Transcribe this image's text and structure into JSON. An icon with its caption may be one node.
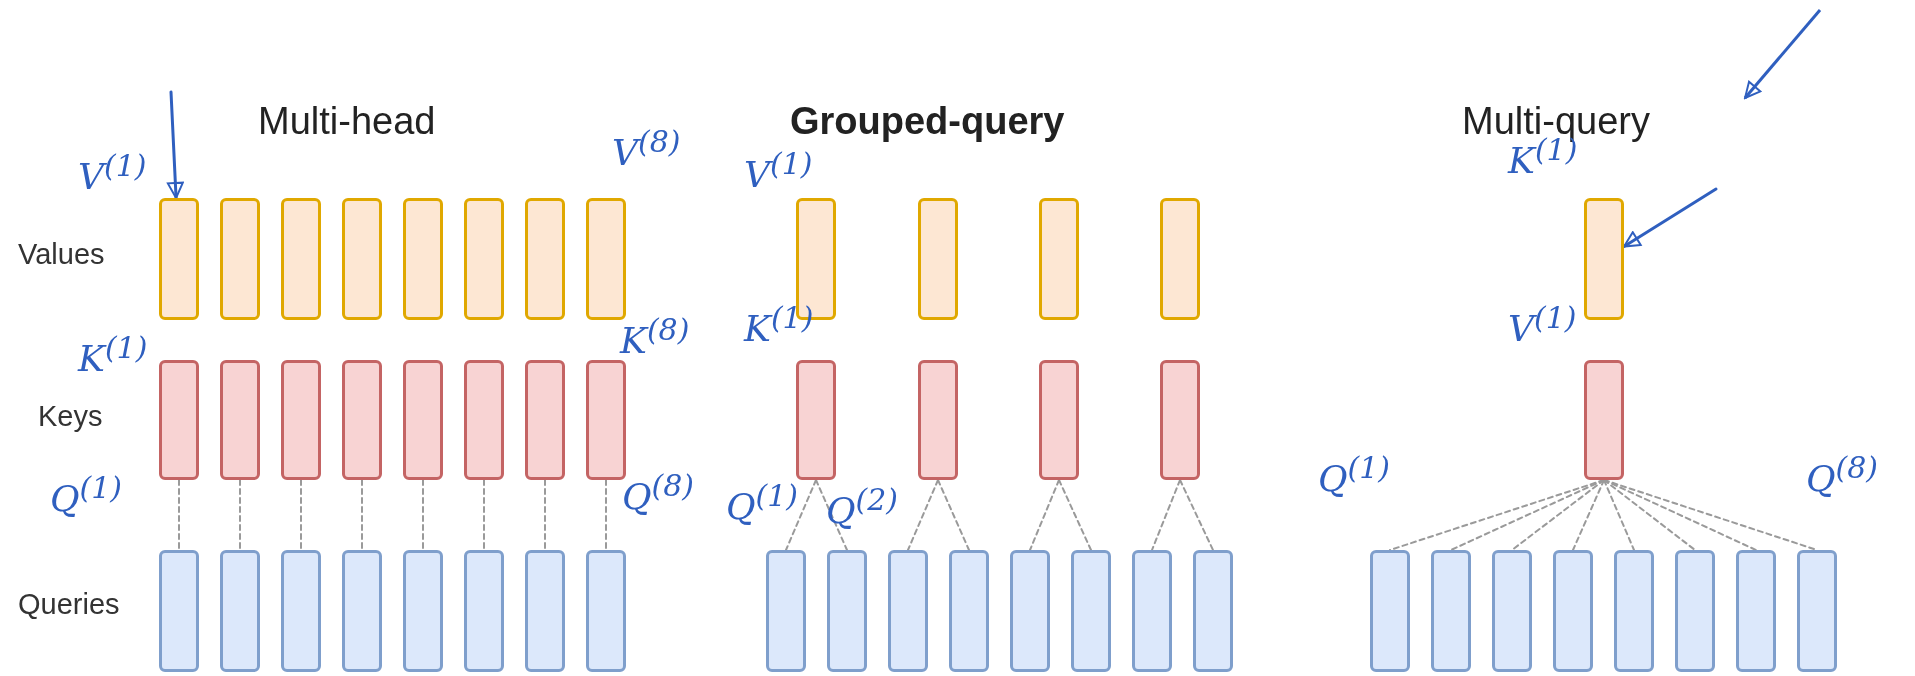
{
  "diagram": {
    "nodes": [
      {
        "text": [],
        "shape": "box"
      },
      {
        "text": [],
        "shape": "box"
      },
      {
        "text": [],
        "shape": "box"
      },
      {
        "text": [],
        "shape": "box"
      },
      {
        "text": [],
        "shape": "box"
      },
      {
        "text": [],
        "shape": "box"
      },
      {
        "text": [],
        "shape": "box"
      },
      {
        "text": [],
        "shape": "box"
      },
      {
        "text": [],
        "shape": "box"
      },
      {
        "text": [],
        "shape": "box"
      },
      {
        "text": [],
        "shape": "box"
      },
      {
        "text": [],
        "shape": "box"
      },
      {
        "text": [],
        "shape": "box"
      },
      {
        "text": [],
        "shape": "box"
      },
      {
        "text": [],
        "shape": "box"
      },
      {
        "text": [],
        "shape": "box"
      },
      {
        "text": [],
        "shape": "box"
      },
      {
        "text": [],
        "shape": "box"
      },
      {
        "text": [],
        "shape": "box"
      },
      {
        "text": [],
        "shape": "box"
      },
      {
        "text": [],
        "shape": "box"
      },
      {
        "text": [],
        "shape": "box"
      },
      {
        "text": [],
        "shape": "box"
      },
      {
        "text": [],
        "shape": "box"
      },
      {
        "text": [],
        "shape": "box"
      },
      {
        "text": [],
        "shape": "box"
      },
      {
        "text": [],
        "shape": "box"
      },
      {
        "text": [],
        "shape": "box"
      },
      {
        "text": [],
        "shape": "box"
      },
      {
        "text": [],
        "shape": "box"
      },
      {
        "text": [],
        "shape": "box"
      },
      {
        "text": [],
        "shape": "box"
      },
      {
        "text": [],
        "shape": "box"
      },
      {
        "text": [],
        "shape": "box"
      },
      {
        "text": [],
        "shape": "box"
      },
      {
        "text": [],
        "shape": "box"
      },
      {
        "text": [],
        "shape": "box"
      },
      {
        "text": [],
        "shape": "box"
      },
      {
        "text": [],
        "shape": "box"
      },
      {
        "text": [],
        "shape": "box"
      },
      {
        "text": [],
        "shape": "box"
      },
      {
        "text": [],
        "shape": "box"
      },
      {
        "text": [],
        "shape": "box"
      },
      {
        "text": [],
        "shape": "box"
      },
      {
        "text": [],
        "shape": "box"
      },
      {
        "text": [],
        "shape": "box"
      },
      {
        "text": [],
        "shape": "box"
      },
      {
        "text": [],
        "shape": "box"
      },
      {
        "text": [],
        "shape": "box"
      },
      {
        "text": [],
        "shape": "box"
      }
    ],
    "edges": [
      {
        "from": 8,
        "to": 16,
        "arrow": "none",
        "style": "dashed"
      },
      {
        "from": 9,
        "to": 17,
        "arrow": "none",
        "style": "dashed"
      },
      {
        "from": 10,
        "to": 18,
        "arrow": "none",
        "style": "dashed"
      },
      {
        "from": 11,
        "to": 19,
        "arrow": "none",
        "style": "dashed"
      },
      {
        "from": 12,
        "to": 20,
        "arrow": "none",
        "style": "dashed"
      },
      {
        "from": 13,
        "to": 21,
        "arrow": "none",
        "style": "dashed"
      },
      {
        "from": 14,
        "to": 22,
        "arrow": "none",
        "style": "dashed"
      },
      {
        "from": 15,
        "to": 23,
        "arrow": "none",
        "style": "dashed"
      },
      {
        "from": 28,
        "to": 32,
        "arrow": "none",
        "style": "dashed"
      },
      {
        "from": 28,
        "to": 33,
        "arrow": "none",
        "style": "dashed"
      },
      {
        "from": 29,
        "to": 34,
        "arrow": "none",
        "style": "dashed"
      },
      {
        "from": 29,
        "to": 35,
        "arrow": "none",
        "style": "dashed"
      },
      {
        "from": 30,
        "to": 36,
        "arrow": "none",
        "style": "dashed"
      },
      {
        "from": 30,
        "to": 37,
        "arrow": "none",
        "style": "dashed"
      },
      {
        "from": 31,
        "to": 38,
        "arrow": "none",
        "style": "dashed"
      },
      {
        "from": 31,
        "to": 39,
        "arrow": "none",
        "style": "dashed"
      },
      {
        "from": 41,
        "to": 42,
        "arrow": "none",
        "style": "dashed"
      },
      {
        "from": 41,
        "to": 43,
        "arrow": "none",
        "style": "dashed"
      },
      {
        "from": 41,
        "to": 44,
        "arrow": "none",
        "style": "dashed"
      },
      {
        "from": 41,
        "to": 45,
        "arrow": "none",
        "style": "dashed"
      },
      {
        "from": 41,
        "to": 46,
        "arrow": "none",
        "style": "dashed"
      },
      {
        "from": 41,
        "to": 47,
        "arrow": "none",
        "style": "dashed"
      },
      {
        "from": 41,
        "to": 48,
        "arrow": "none",
        "style": "dashed"
      },
      {
        "from": 41,
        "to": 49,
        "arrow": "none",
        "style": "dashed"
      },
      {
        "from": null,
        "to": 0,
        "arrow": "to",
        "color": "#2f5fbf"
      },
      {
        "from": null,
        "to": 40,
        "arrow": "to",
        "color": "#2f5fbf"
      }
    ],
    "labels": [
      "Multi-head",
      "Grouped-query",
      "Multi-query",
      "Values",
      "Keys",
      "Queries",
      "V$^{(1)}$",
      "V$^{(8)}$",
      "K$^{(1)}$",
      "K$^{(8)}$",
      "Q$^{(1)}$",
      "Q$^{(8)}$",
      "V$^{(1)}$",
      "K$^{(1)}$",
      "Q$^{(1)}$",
      "Q$^{(2)}$",
      "K$^{(1)}$",
      "V$^{(1)}$",
      "Q$^{(1)}$",
      "Q$^{(8)}$"
    ]
  }
}
